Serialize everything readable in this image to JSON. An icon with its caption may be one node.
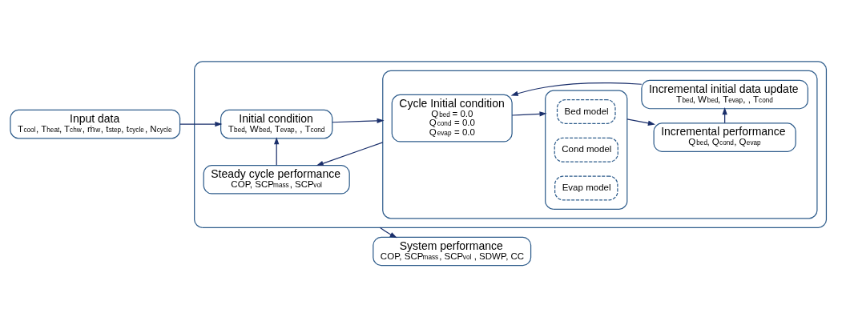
{
  "diagram": {
    "nodes": [
      {
        "text": [
          "Input data",
          "T$_{cool}$, T$_{heat}$, T$_{chw}$, ṁ$_{w}$, t$_{step}$, t$_{cycle}$, N$_{cycle}$"
        ]
      },
      {
        "text": [
          "System performance",
          "COP, SCP$_{mass}$, SCP$_{vol}$ , SDWP, CC"
        ]
      },
      {
        "text": [],
        "shape": "box"
      },
      {
        "text": [
          "Initial condition",
          "T$_{bed}$, W$_{bed}$, T$_{evap}$, , T$_{cond}$"
        ],
        "in": 2
      },
      {
        "text": [
          "Steady cycle performance",
          "COP, SCP$_{mass}$, SCP$_{vol}$"
        ],
        "in": 2
      },
      {
        "text": [],
        "shape": "box",
        "in": 2
      },
      {
        "text": [
          "Cycle Initial condition",
          "Q$_{bed}$ = 0.0",
          "Q$_{cond}$ = 0.0",
          "Q$_{evap}$ = 0.0"
        ],
        "in": 5
      },
      {
        "text": [],
        "shape": "box",
        "in": 5
      },
      {
        "text": [
          "Bed model"
        ],
        "in": 7
      },
      {
        "text": [
          "Cond model"
        ],
        "in": 7
      },
      {
        "text": [
          "Evap model"
        ],
        "in": 7
      },
      {
        "text": [
          "Incremental performance",
          "Q$_{bed}$, Q$_{cond}$, Q$_{evap}$"
        ],
        "in": 5
      },
      {
        "text": [
          "Incremental initial data update",
          "T$_{bed}$, W$_{bed}$, T$_{evap}$, , T$_{cond}$"
        ],
        "in": 5
      }
    ],
    "edges": [
      {
        "from": 0,
        "to": 3,
        "arrow": "to"
      },
      {
        "from": 4,
        "to": 3,
        "arrow": "to"
      },
      {
        "from": 3,
        "to": 5,
        "arrow": "to"
      },
      {
        "from": 5,
        "to": 4,
        "arrow": "to"
      },
      {
        "from": 2,
        "to": 1,
        "arrow": "to"
      },
      {
        "from": 6,
        "to": 7,
        "arrow": "to"
      },
      {
        "from": 7,
        "to": 11,
        "arrow": "to"
      },
      {
        "from": 11,
        "to": 12,
        "arrow": "to"
      },
      {
        "from": 12,
        "to": 6,
        "arrow": "to"
      }
    ]
  }
}
